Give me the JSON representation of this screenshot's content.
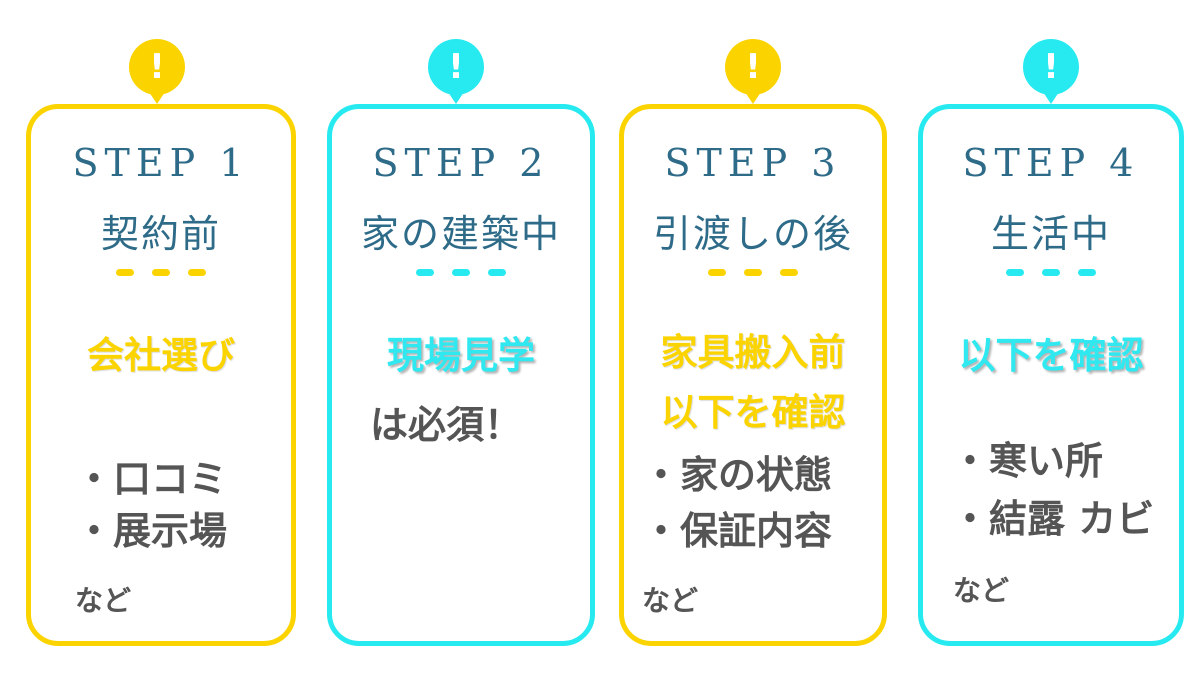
{
  "colors": {
    "yellow": "#fbd400",
    "cyan": "#27eaf0",
    "heading": "#2e6b88",
    "body": "#555555"
  },
  "pin_icon": "exclamation-icon",
  "pin_symbol": "!",
  "steps": [
    {
      "step": "STEP 1",
      "phase": "契約前",
      "highlight": [
        "会社選び"
      ],
      "note": [],
      "items": [
        "・口コミ",
        "・展示場"
      ],
      "etc": "など"
    },
    {
      "step": "STEP 2",
      "phase": "家の建築中",
      "highlight": [
        "現場見学"
      ],
      "note": [
        "は必須！"
      ],
      "items": [],
      "etc": ""
    },
    {
      "step": "STEP 3",
      "phase": "引渡しの後",
      "highlight": [
        "家具搬入前",
        "以下を確認"
      ],
      "note": [],
      "items": [
        "・家の状態",
        "・保証内容"
      ],
      "etc": "など"
    },
    {
      "step": "STEP 4",
      "phase": "生活中",
      "highlight": [
        "以下を確認"
      ],
      "note": [],
      "items": [
        "・寒い所",
        "・結露 カビ"
      ],
      "etc": "など"
    }
  ]
}
